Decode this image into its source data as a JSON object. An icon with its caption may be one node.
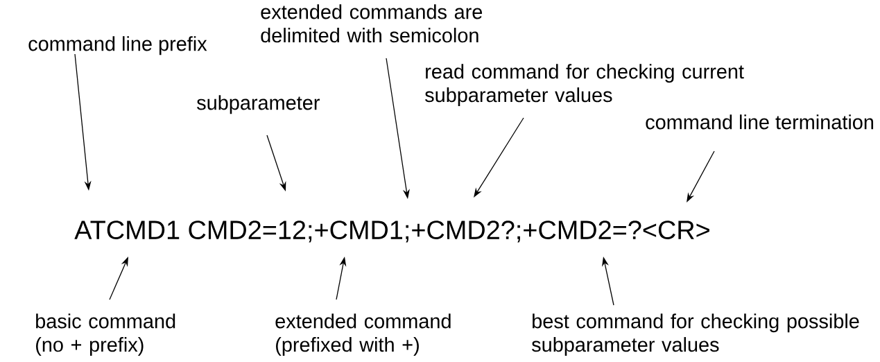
{
  "diagram": {
    "nodes": [
      {
        "text": [
          "command line prefix"
        ]
      },
      {
        "text": [
          "extended commands are delimited with semicolon"
        ]
      },
      {
        "text": [
          "read command for checking current subparameter values"
        ]
      },
      {
        "text": [
          "subparameter"
        ]
      },
      {
        "text": [
          "command line termination"
        ]
      },
      {
        "text": [
          "ATCMD1 CMD2=12;+CMD1;+CMD2?;+CMD2=?<CR>"
        ]
      },
      {
        "text": [
          "basic command (no + prefix)"
        ]
      },
      {
        "text": [
          "extended command (prefixed with +)"
        ]
      },
      {
        "text": [
          "best command for checking possible subparameter values"
        ]
      }
    ],
    "edges": [
      {
        "from": 0,
        "to": 5,
        "arrow": "to"
      },
      {
        "from": 1,
        "to": 5,
        "arrow": "to"
      },
      {
        "from": 2,
        "to": 5,
        "arrow": "to"
      },
      {
        "from": 3,
        "to": 5,
        "arrow": "to"
      },
      {
        "from": 4,
        "to": 5,
        "arrow": "to"
      },
      {
        "from": 6,
        "to": 5,
        "arrow": "to"
      },
      {
        "from": 7,
        "to": 5,
        "arrow": "to"
      },
      {
        "from": 8,
        "to": 5,
        "arrow": "to"
      }
    ]
  }
}
